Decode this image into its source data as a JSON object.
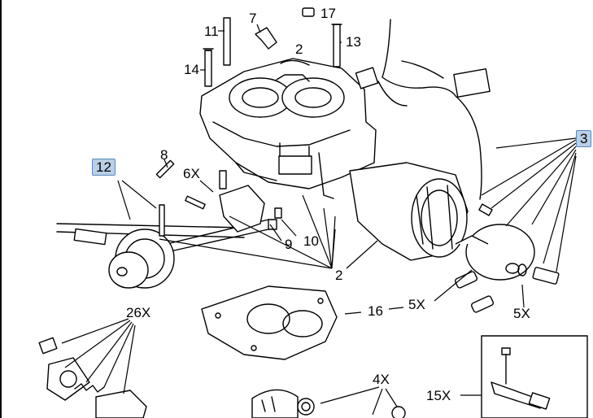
{
  "diagram": {
    "callouts": {
      "c2_top": "2",
      "c2_bottom": "2",
      "c3": "3",
      "c4x": "4X",
      "c5x_a": "5X",
      "c5x_b": "5X",
      "c6x": "6X",
      "c7": "7",
      "c8": "8",
      "c9": "9",
      "c10": "10",
      "c11": "11",
      "c12": "12",
      "c13": "13",
      "c14": "14",
      "c15x": "15X",
      "c16": "16",
      "c17": "17",
      "c26x": "26X"
    },
    "highlighted": [
      "12",
      "3"
    ],
    "colors": {
      "highlight_fill": "#b9cfe6",
      "highlight_border": "#5a88bd",
      "ink": "#000000"
    }
  }
}
